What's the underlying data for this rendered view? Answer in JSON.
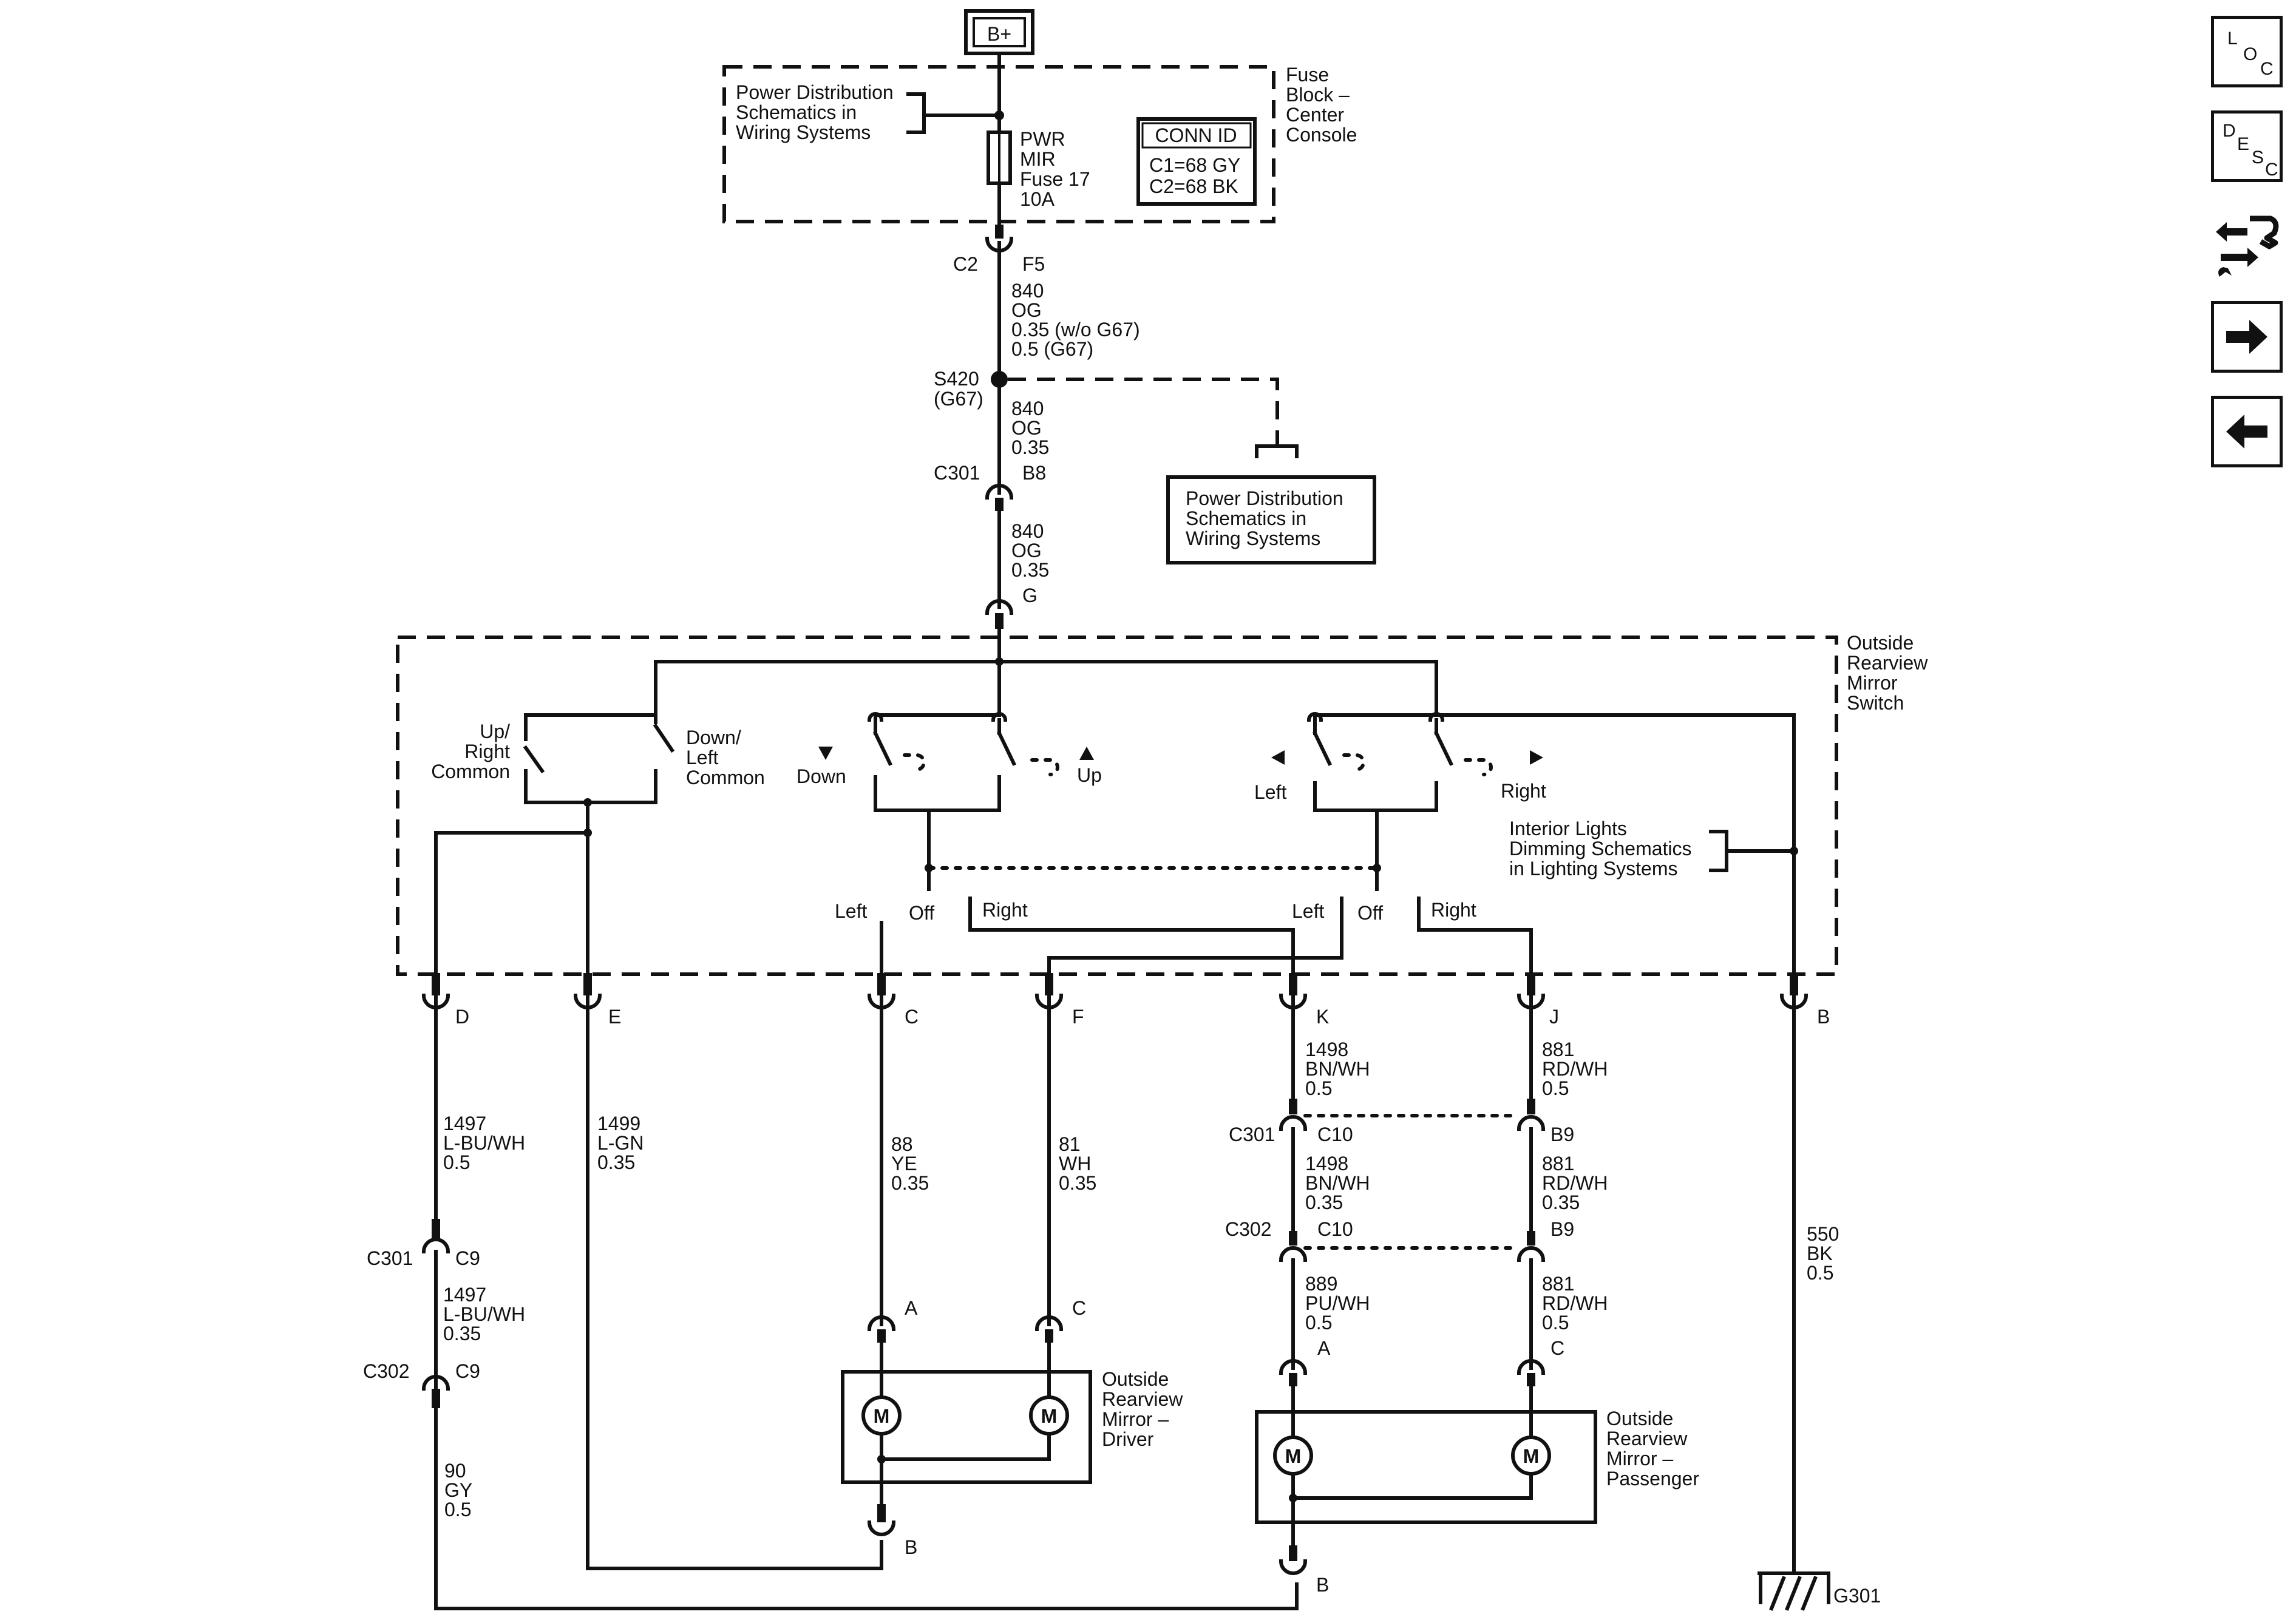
{
  "source": {
    "label": "B+"
  },
  "fuse_block": {
    "name": [
      "Fuse",
      "Block –",
      "Center",
      "Console"
    ],
    "pd_ref": [
      "Power Distribution",
      "Schematics in",
      "Wiring Systems"
    ],
    "fuse": [
      "PWR",
      "MIR",
      "Fuse 17",
      "10A"
    ],
    "conn_id": {
      "title": "CONN ID",
      "c1": "C1=68 GY",
      "c2": "C2=68 BK"
    }
  },
  "feed": {
    "c2": "C2",
    "f5": "F5",
    "wire1": [
      "840",
      "OG",
      "0.35 (w/o G67)",
      "0.5 (G67)"
    ],
    "splice": [
      "S420",
      "(G67)"
    ],
    "wire2": [
      "840",
      "OG",
      "0.35"
    ],
    "c301": "C301",
    "b8": "B8",
    "wire3": [
      "840",
      "OG",
      "0.35"
    ],
    "g": "G",
    "pd_ref2": [
      "Power Distribution",
      "Schematics in",
      "Wiring Systems"
    ]
  },
  "switch": {
    "name": [
      "Outside",
      "Rearview",
      "Mirror",
      "Switch"
    ],
    "up_right_common": [
      "Up/",
      "Right",
      "Common"
    ],
    "down_left_common": [
      "Down/",
      "Left",
      "Common"
    ],
    "down": "Down",
    "up": "Up",
    "left": "Left",
    "right": "Right",
    "interior": [
      "Interior Lights",
      "Dimming Schematics",
      "in Lighting Systems"
    ],
    "sel_left": "Left",
    "sel_off": "Off",
    "sel_right": "Right",
    "sel2_left": "Left",
    "sel2_off": "Off",
    "sel2_right": "Right"
  },
  "pins": {
    "D": "D",
    "E": "E",
    "C": "C",
    "F": "F",
    "K": "K",
    "J": "J",
    "B": "B"
  },
  "wires": {
    "d": [
      "1497",
      "L-BU/WH",
      "0.5"
    ],
    "e": [
      "1499",
      "L-GN",
      "0.35"
    ],
    "c": [
      "88",
      "YE",
      "0.35"
    ],
    "f": [
      "81",
      "WH",
      "0.35"
    ],
    "k": [
      "1498",
      "BN/WH",
      "0.5"
    ],
    "j": [
      "881",
      "RD/WH",
      "0.5"
    ],
    "b": [
      "550",
      "BK",
      "0.5"
    ],
    "d2": [
      "1497",
      "L-BU/WH",
      "0.35"
    ],
    "d3": [
      "90",
      "GY",
      "0.5"
    ],
    "k2": [
      "1498",
      "BN/WH",
      "0.35"
    ],
    "j2": [
      "881",
      "RD/WH",
      "0.35"
    ],
    "k3": [
      "889",
      "PU/WH",
      "0.5"
    ],
    "j3": [
      "881",
      "RD/WH",
      "0.5"
    ]
  },
  "connectors": {
    "c301": "C301",
    "c302": "C302",
    "c9a": "C9",
    "c9b": "C9",
    "c10a": "C10",
    "c10b": "C10",
    "b9a": "B9",
    "b9b": "B9",
    "c301b": "C301",
    "c302b": "C302"
  },
  "driver": {
    "name": [
      "Outside",
      "Rearview",
      "Mirror –",
      "Driver"
    ],
    "pa": "A",
    "pc": "C",
    "pb": "B",
    "motor": "M"
  },
  "passenger": {
    "name": [
      "Outside",
      "Rearview",
      "Mirror –",
      "Passenger"
    ],
    "pa": "A",
    "pc": "C",
    "pb": "B",
    "motor": "M"
  },
  "ground": {
    "label": "G301"
  },
  "nav": {
    "loc": {
      "l": "L",
      "o": "O",
      "c": "C"
    },
    "desc": {
      "d": "D",
      "e": "E",
      "s": "S",
      "c": "C"
    }
  }
}
